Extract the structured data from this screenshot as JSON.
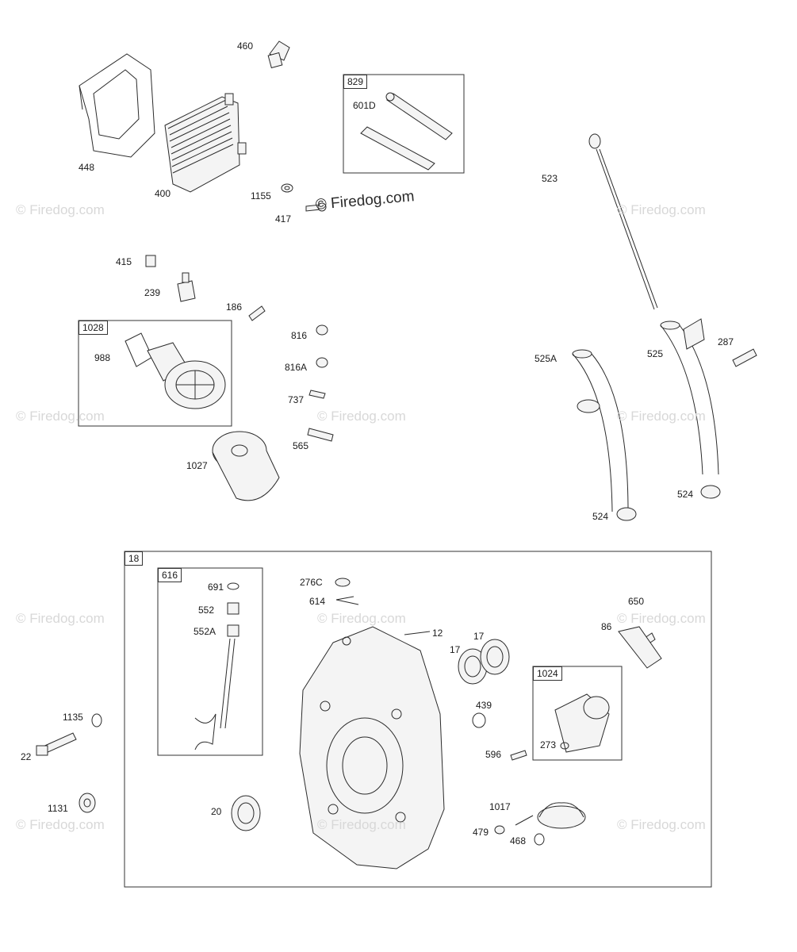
{
  "brand_label": "© Firedog.com",
  "watermark_text": "© Firedog.com",
  "group_boxes": [
    {
      "id": "829"
    },
    {
      "id": "1028"
    },
    {
      "id": "18"
    },
    {
      "id": "616"
    },
    {
      "id": "1024"
    }
  ],
  "part_labels": [
    "460",
    "448",
    "400",
    "1155",
    "417",
    "601D",
    "523",
    "415",
    "239",
    "186",
    "988",
    "816",
    "816A",
    "737",
    "565",
    "1027",
    "525A",
    "525",
    "287",
    "524",
    "524",
    "691",
    "552",
    "552A",
    "276C",
    "614",
    "12",
    "17",
    "17",
    "650",
    "86",
    "439",
    "596",
    "273",
    "1135",
    "22",
    "1131",
    "20",
    "1017",
    "479",
    "468"
  ]
}
